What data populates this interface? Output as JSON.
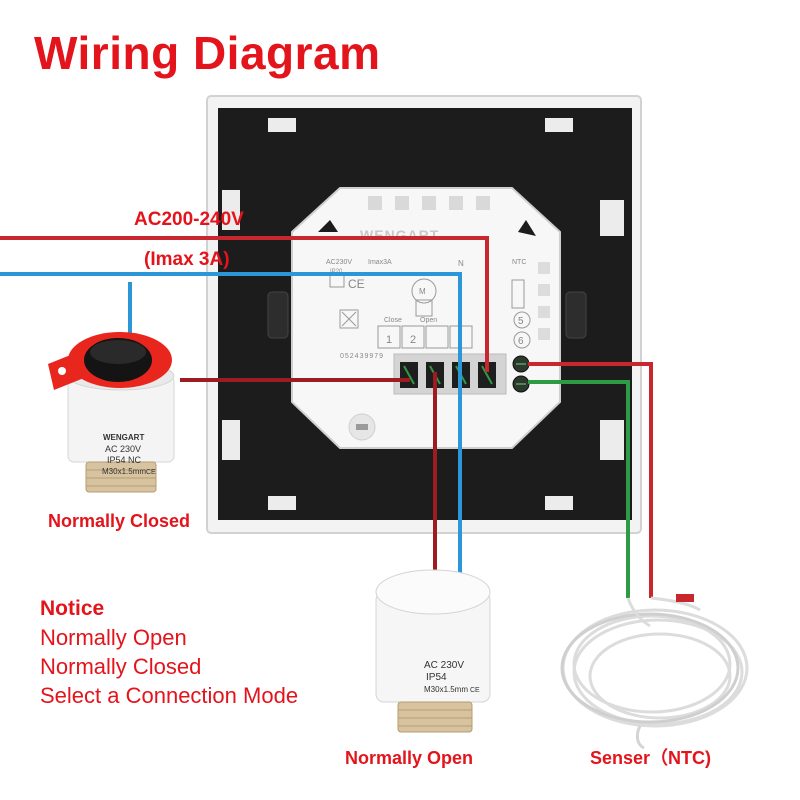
{
  "title": "Wiring Diagram",
  "power": {
    "voltage": "AC200-240V",
    "current": "(Imax 3A)"
  },
  "thermostat": {
    "brand": "WENGART",
    "rating_voltage": "AC230V",
    "rating_current": "Imax3A",
    "ip": "IP20",
    "ce": "CE",
    "neutral": "N",
    "ntc": "NTC",
    "close": "Close",
    "open": "Open",
    "terminal_1": "1",
    "terminal_2": "2",
    "terminal_5": "5",
    "terminal_6": "6",
    "serial": "052439979",
    "logo": "M"
  },
  "actuator_nc": {
    "brand": "WENGART",
    "voltage": "AC 230V",
    "ip": "IP54 NC",
    "thread": "M30x1.5mm",
    "ce": "CE",
    "label": "Normally Closed"
  },
  "actuator_no": {
    "voltage": "AC 230V",
    "ip": "IP54",
    "thread": "M30x1.5mm",
    "ce": "CE",
    "label": "Normally Open"
  },
  "sensor": {
    "label": "Senser（NTC)"
  },
  "notice": {
    "title": "Notice",
    "lines": [
      "Normally Open",
      "Normally Closed",
      "Select a Connection Mode"
    ]
  },
  "colors": {
    "title": "#e3141b",
    "wire_red": "#c8272f",
    "wire_dark_red": "#9d1c22",
    "wire_blue": "#2c97d8",
    "wire_green": "#2f9a44",
    "panel": "#1b1b1b"
  }
}
